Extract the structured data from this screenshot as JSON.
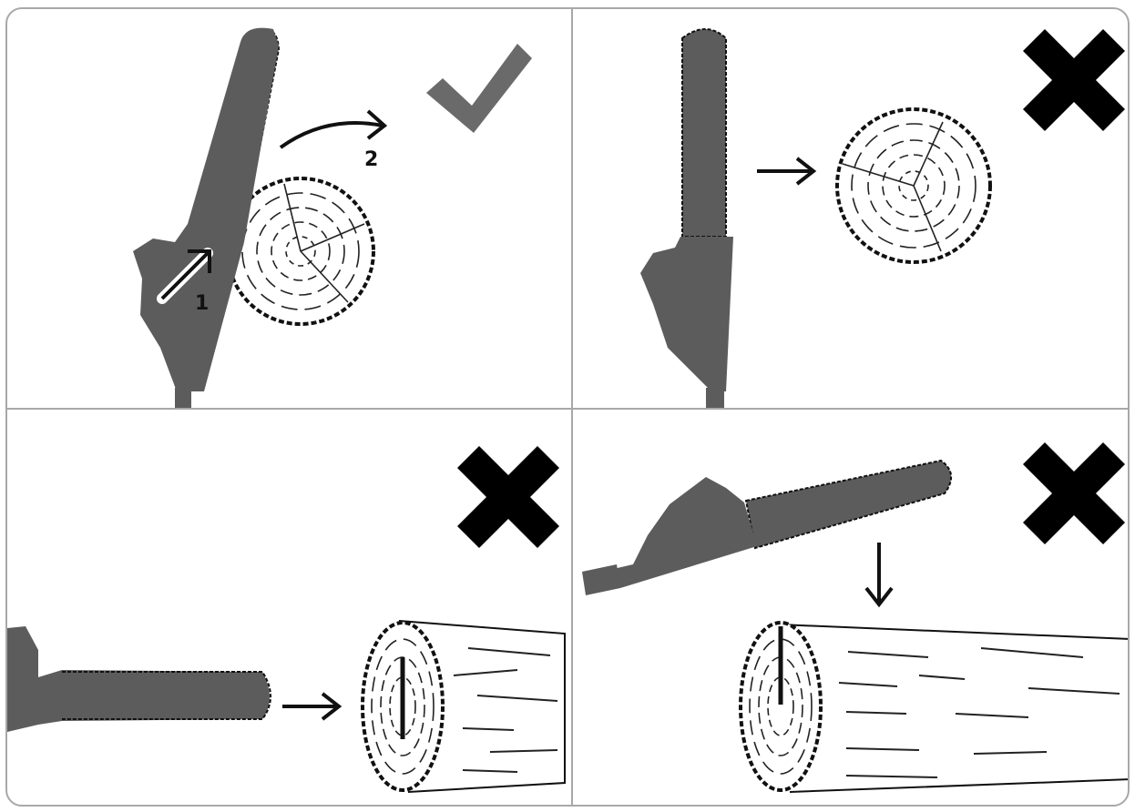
{
  "panels": [
    {
      "id": "correct",
      "verdict": "correct",
      "steps": [
        "1",
        "2"
      ]
    },
    {
      "id": "wrong-side-tip",
      "verdict": "incorrect"
    },
    {
      "id": "wrong-end-bore",
      "verdict": "incorrect"
    },
    {
      "id": "wrong-top-down",
      "verdict": "incorrect"
    }
  ],
  "icons": {
    "correct": "checkmark-icon",
    "incorrect": "cross-icon"
  },
  "colors": {
    "saw": "#5c5c5c",
    "check": "#6a6a6a",
    "cross": "#000000",
    "divider": "#a8a8a8",
    "wood": "#ffffff",
    "ink": "#111111"
  }
}
